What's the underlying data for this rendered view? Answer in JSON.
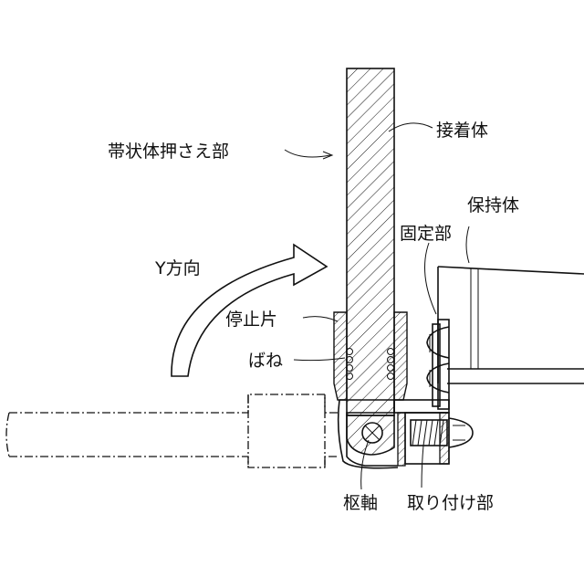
{
  "labels": {
    "band_presser": "帯状体押さえ部",
    "contact_body": "接着体",
    "holder": "保持体",
    "fixing_part": "固定部",
    "y_direction": "Y方向",
    "stopper_piece": "停止片",
    "spring": "ばね",
    "pivot_shaft": "枢軸",
    "mounting_part": "取り付け部"
  },
  "colors": {
    "line": "#111111",
    "background": "#ffffff"
  }
}
